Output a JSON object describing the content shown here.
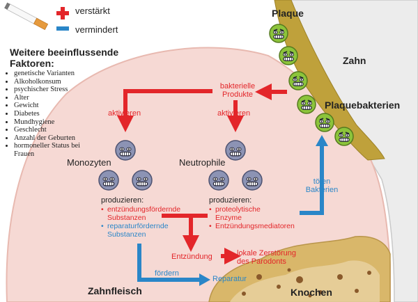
{
  "legend": {
    "increased": "verstärkt",
    "decreased": "vermindert",
    "increased_color": "#e3262a",
    "decreased_color": "#2a86c8"
  },
  "factors": {
    "title_line1": "Weitere beeinflussende",
    "title_line2": "Faktoren:",
    "items": [
      "genetische Varianten",
      "Alkoholkonsum",
      "psychischer Stress",
      "Alter",
      "Gewicht",
      "Diabetes",
      "Mundhygiene",
      "Geschlecht",
      "Anzahl der Geburten",
      "hormoneller Status bei",
      "Frauen"
    ]
  },
  "anatomy": {
    "plaque": "Plaque",
    "tooth": "Zahn",
    "plaque_bacteria": "Plaquebakterien",
    "gum": "Zahnfleisch",
    "bone": "Knochen"
  },
  "flow": {
    "bacterial_products_line1": "bakterielle",
    "bacterial_products_line2": "Produkte",
    "activate_left": "aktivieren",
    "activate_right": "aktivieren",
    "monocytes": "Monozyten",
    "neutrophils": "Neutrophile",
    "mono_produce": "produzieren:",
    "mono_items": [
      {
        "text": "entzündungsfördernde",
        "color": "red"
      },
      {
        "text": "Substanzen",
        "color": "red",
        "cont": true
      },
      {
        "text": "reparaturfördernde",
        "color": "blue"
      },
      {
        "text": "Substanzen",
        "color": "blue",
        "cont": true
      }
    ],
    "neutro_produce": "produzieren:",
    "neutro_items": [
      {
        "text": "proteolytische",
        "color": "red"
      },
      {
        "text": "Enzyme",
        "color": "red",
        "cont": true
      },
      {
        "text": "Entzündungsmediatoren",
        "color": "red"
      }
    ],
    "kill_line1": "töten",
    "kill_line2": "Bakterien",
    "inflammation": "Entzündung",
    "destruction_line1": "lokale Zerstörung",
    "destruction_line2": "des Parodonts",
    "promote": "fördern",
    "repair": "Reparatur"
  },
  "colors": {
    "gum": "#f6d9d4",
    "gum_edge": "#e8b9b0",
    "tooth": "#ececec",
    "plaque": "#bfa13b",
    "bacteria": "#8cc43b",
    "immune_cell": "#8c93b4",
    "bone": "#d9b76a"
  }
}
